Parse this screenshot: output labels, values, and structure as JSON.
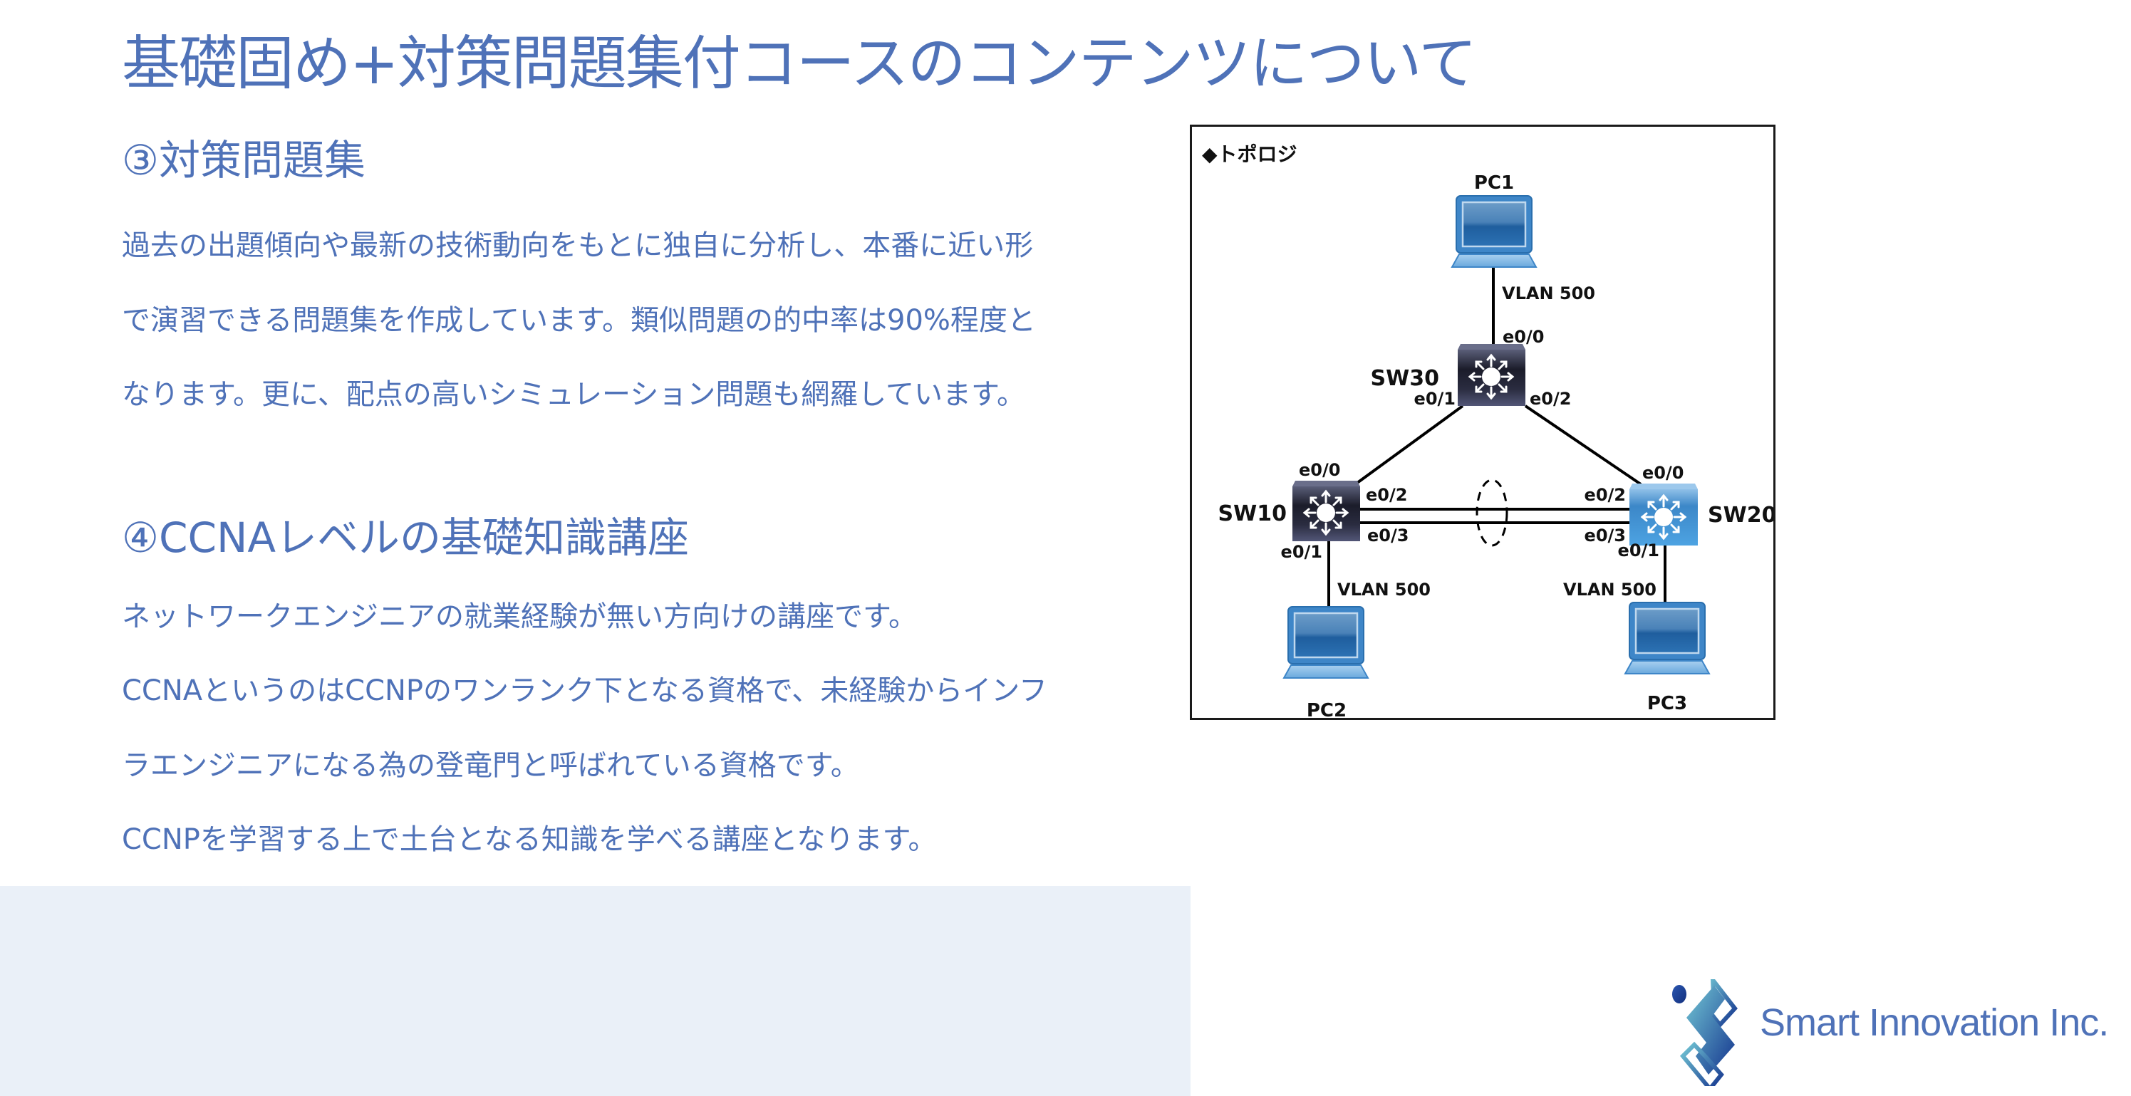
{
  "page": {
    "title": "基礎固め+対策問題集付コースのコンテンツについて"
  },
  "sections": [
    {
      "heading": "③対策問題集",
      "lines": [
        "過去の出題傾向や最新の技術動向をもとに独自に分析し、本番に近い形",
        "で演習できる問題集を作成しています。類似問題の的中率は90%程度と",
        "なります。更に、配点の高いシミュレーション問題も網羅しています。"
      ]
    },
    {
      "heading": "④CCNAレベルの基礎知識講座",
      "lines": [
        "ネットワークエンジニアの就業経験が無い方向けの講座です。",
        "CCNAというのはCCNPのワンランク下となる資格で、未経験からインフ",
        "ラエンジニアになる為の登竜門と呼ばれている資格です。",
        "CCNPを学習する上で土台となる知識を学べる講座となります。"
      ]
    }
  ],
  "topology": {
    "caption": "◆トポロジ",
    "devices": {
      "pc1": "PC1",
      "pc2": "PC2",
      "pc3": "PC3",
      "sw10": "SW10",
      "sw20": "SW20",
      "sw30": "SW30"
    },
    "links": [
      {
        "from": "PC1",
        "to": "SW30",
        "vlan": "VLAN 500",
        "port": "e0/0"
      },
      {
        "from": "SW30",
        "to": "SW10",
        "port_a": "e0/1",
        "port_b": "e0/0"
      },
      {
        "from": "SW30",
        "to": "SW20",
        "port_a": "e0/2",
        "port_b": "e0/0"
      },
      {
        "from": "SW10",
        "to": "SW20",
        "port_a": "e0/2",
        "port_b": "e0/2",
        "bundled": true
      },
      {
        "from": "SW10",
        "to": "SW20",
        "port_a": "e0/3",
        "port_b": "e0/3",
        "bundled": true
      },
      {
        "from": "SW10",
        "to": "PC2",
        "port": "e0/1",
        "vlan": "VLAN 500"
      },
      {
        "from": "SW20",
        "to": "PC3",
        "port": "e0/1",
        "vlan": "VLAN 500"
      }
    ],
    "port_labels": {
      "sw30_e00": "e0/0",
      "sw30_e01": "e0/1",
      "sw30_e02": "e0/2",
      "sw10_e00": "e0/0",
      "sw10_e01": "e0/1",
      "sw10_e02": "e0/2",
      "sw10_e03": "e0/3",
      "sw20_e00": "e0/0",
      "sw20_e01": "e0/1",
      "sw20_e02": "e0/2",
      "sw20_e03": "e0/3"
    },
    "vlan_labels": {
      "pc1": "VLAN 500",
      "pc2": "VLAN 500",
      "pc3": "VLAN 500"
    }
  },
  "logo": {
    "text": "Smart Innovation Inc."
  },
  "colors": {
    "text_accent": "#4F72B8",
    "panel_bg": "#EAF0F8",
    "switch_dark": "#2B2D42",
    "switch_blue": "#3F8FD2",
    "pc_blue": "#2E7BC0"
  }
}
